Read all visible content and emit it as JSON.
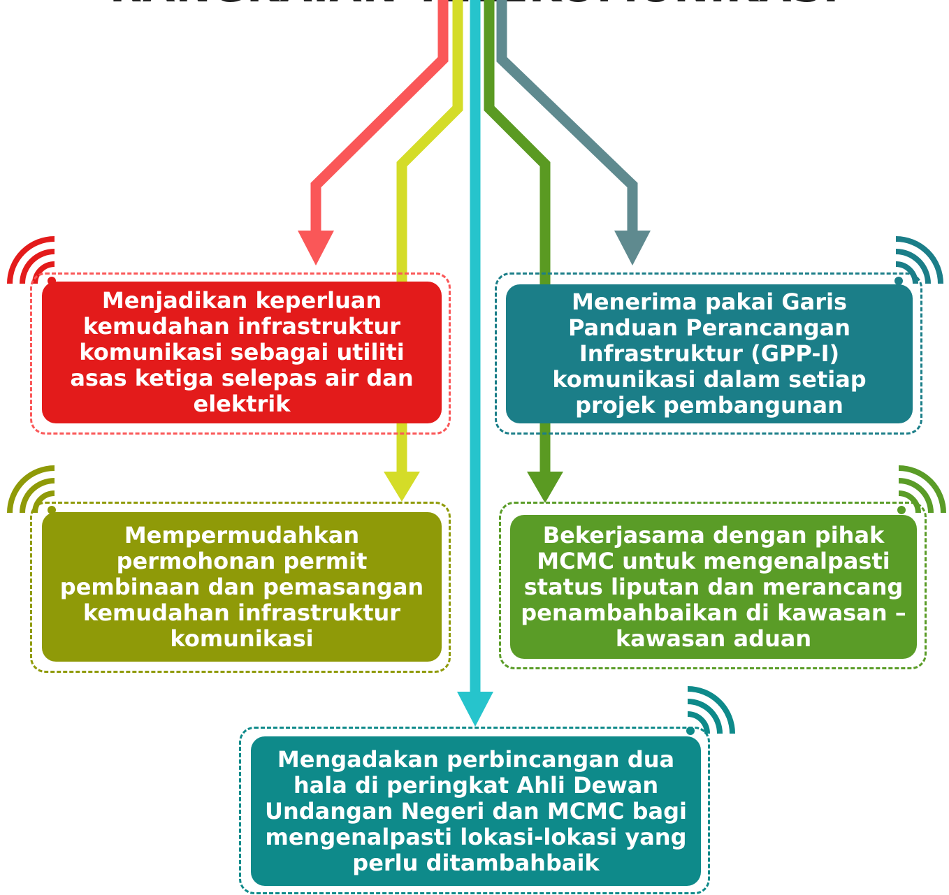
{
  "title": "RANGKAIAN TELEKOMUNIKASI",
  "colors": {
    "red": "#e31b1b",
    "red_line": "#fa5758",
    "yellow_line": "#d4dc28",
    "cyan_line": "#26c4cc",
    "green_line": "#5a9a22",
    "slate_line": "#5f8a8f",
    "teal_box": "#1b7e88",
    "olive_box": "#8f9a08",
    "green_box": "#5a9c27",
    "teal_bottom_box": "#0e8a8a"
  },
  "items": [
    {
      "id": "red",
      "text": "Menjadikan keperluan kemudahan infrastruktur komunikasi sebagai utiliti asas ketiga selepas air dan elektrik"
    },
    {
      "id": "teal",
      "text": "Menerima pakai Garis Panduan Perancangan Infrastruktur (GPP-I) komunikasi dalam setiap projek pembangunan"
    },
    {
      "id": "olive",
      "text": "Mempermudahkan permohonan permit pembinaan dan pemasangan kemudahan infrastruktur komunikasi"
    },
    {
      "id": "green",
      "text": "Bekerjasama dengan pihak MCMC untuk mengenalpasti status liputan dan merancang penambahbaikan di kawasan – kawasan aduan"
    },
    {
      "id": "bottom",
      "text": "Mengadakan perbincangan dua hala di peringkat Ahli Dewan Undangan Negeri dan MCMC bagi mengenalpasti lokasi-lokasi yang perlu ditambahbaik"
    }
  ]
}
